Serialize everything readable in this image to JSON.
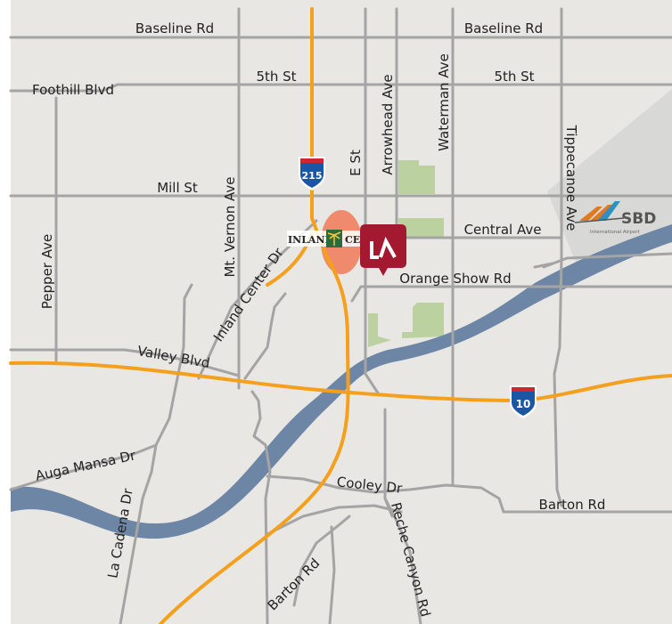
{
  "map": {
    "colors": {
      "background": "#e9e7e3",
      "road": "#a4a4a4",
      "freeway": "#f5a01c",
      "river": "#6e86a6",
      "park": "#bcd1a0",
      "airport_area": "#d8d8d6",
      "mall_zone": "#ef8a6c",
      "marker": "#a3192f",
      "shield_blue": "#1a56a3",
      "shield_red": "#d12631"
    },
    "road_labels": {
      "baseline_w": "Baseline Rd",
      "baseline_e": "Baseline Rd",
      "fifth_w": "5th St",
      "fifth_e": "5th St",
      "foothill": "Foothill Blvd",
      "mill": "Mill St",
      "central": "Central Ave",
      "orange_show": "Orange Show Rd",
      "pepper": "Pepper Ave",
      "mt_vernon": "Mt. Vernon Ave",
      "inland_center_dr": "Inland Center Dr",
      "e_st": "E St",
      "arrowhead": "Arrowhead Ave",
      "waterman": "Waterman Ave",
      "tippecanoe": "Tippecanoe Ave",
      "valley": "Valley Blvd",
      "auga_mansa": "Auga Mansa Dr",
      "la_cadena": "La Cadena Dr",
      "cooley": "Cooley Dr",
      "barton_e": "Barton Rd",
      "barton_s": "Barton Rd",
      "reche_canyon": "Reche Canyon Rd"
    },
    "shields": {
      "i215": "215",
      "i10": "10"
    },
    "landmarks": {
      "mall_logo_left": "INLAND",
      "mall_logo_right": "CEN",
      "airport_code": "SBD",
      "airport_subtitle": "International Airport"
    },
    "marker_icon": "la-logo-marker-icon"
  }
}
